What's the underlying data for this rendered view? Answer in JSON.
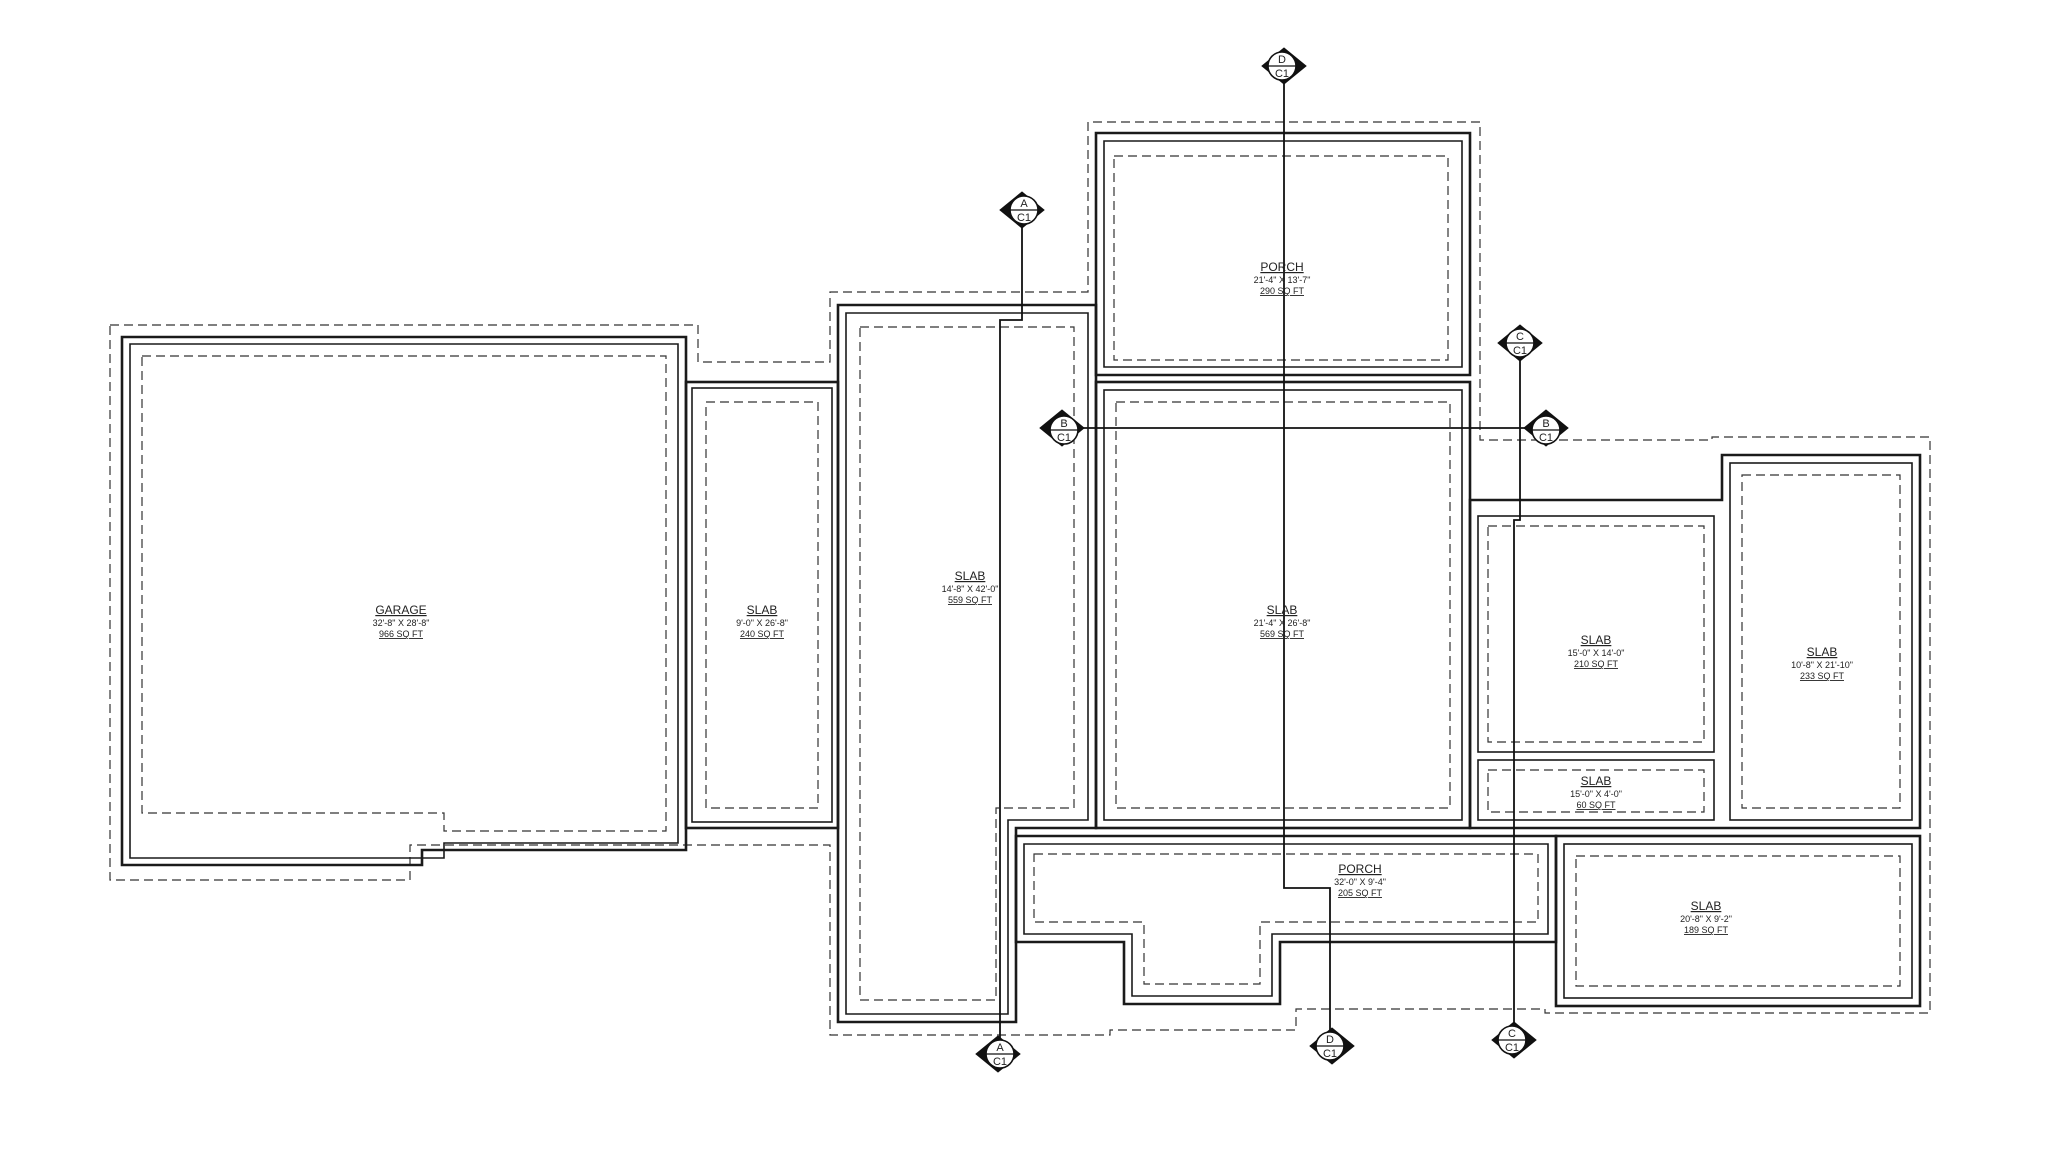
{
  "rooms": [
    {
      "name": "GARAGE",
      "dims": "32'-8\" X 28'-8\"",
      "area": "966 SQ FT"
    },
    {
      "name": "SLAB",
      "dims": "9'-0\" X 26'-8\"",
      "area": "240 SQ FT"
    },
    {
      "name": "SLAB",
      "dims": "14'-8\" X 42'-0\"",
      "area": "559 SQ FT"
    },
    {
      "name": "PORCH",
      "dims": "21'-4\" X 13'-7\"",
      "area": "290 SQ FT"
    },
    {
      "name": "SLAB",
      "dims": "21'-4\" X 26'-8\"",
      "area": "569 SQ FT"
    },
    {
      "name": "SLAB",
      "dims": "15'-0\" X 14'-0\"",
      "area": "210 SQ FT"
    },
    {
      "name": "SLAB",
      "dims": "10'-8\" X 21'-10\"",
      "area": "233 SQ FT"
    },
    {
      "name": "SLAB",
      "dims": "15'-0\" X 4'-0\"",
      "area": "60 SQ FT"
    },
    {
      "name": "PORCH",
      "dims": "32'-0\" X 9'-4\"",
      "area": "205 SQ FT"
    },
    {
      "name": "SLAB",
      "dims": "20'-8\" X 9'-2\"",
      "area": "189 SQ FT"
    }
  ],
  "section_markers": [
    {
      "letter": "A",
      "sheet": "C1"
    },
    {
      "letter": "A",
      "sheet": "C1"
    },
    {
      "letter": "B",
      "sheet": "C1"
    },
    {
      "letter": "B",
      "sheet": "C1"
    },
    {
      "letter": "C",
      "sheet": "C1"
    },
    {
      "letter": "C",
      "sheet": "C1"
    },
    {
      "letter": "D",
      "sheet": "C1"
    },
    {
      "letter": "D",
      "sheet": "C1"
    }
  ]
}
